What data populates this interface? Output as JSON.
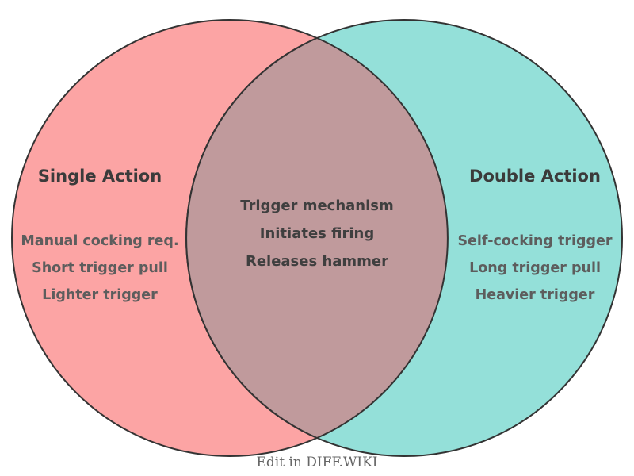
{
  "diagram": {
    "left_circle": {
      "title": "Single Action",
      "items": [
        "Manual cocking req.",
        "Short trigger pull",
        "Lighter trigger"
      ],
      "fill_color": "#fca4a4"
    },
    "right_circle": {
      "title": "Double Action",
      "items": [
        "Self-cocking trigger",
        "Long trigger pull",
        "Heavier trigger"
      ],
      "fill_color": "#94e0d9"
    },
    "intersection": {
      "items": [
        "Trigger mechanism",
        "Initiates firing",
        "Releases hammer"
      ],
      "fill_color": "#c09a9c"
    },
    "outline_color": "#333333",
    "title_text_color": "#3b3b3b",
    "item_text_color": "#5d5d5d",
    "center_text_color": "#3f3f3f"
  },
  "footer": {
    "label": "Edit in DIFF.WIKI",
    "text_color": "#666666"
  }
}
